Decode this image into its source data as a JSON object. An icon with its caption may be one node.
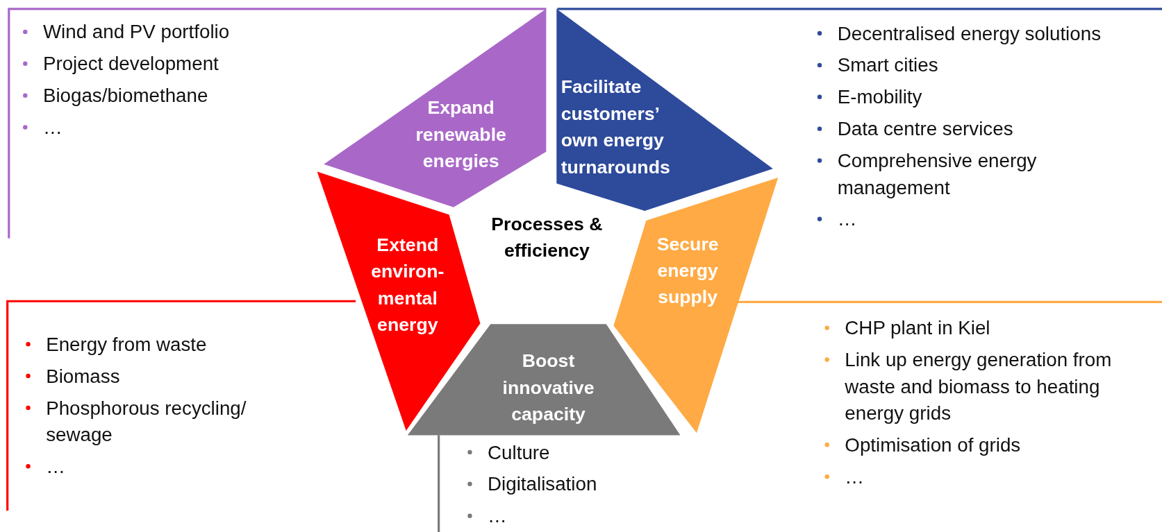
{
  "diagram": {
    "nodes": [
      {
        "text": [
          "Expand renewable energies"
        ]
      },
      {
        "text": [
          "Facilitate customers’ own energy turnarounds"
        ]
      },
      {
        "text": [
          "Extend environ-mental energy"
        ]
      },
      {
        "text": [
          "Processes & efficiency"
        ]
      },
      {
        "text": [
          "Secure energy supply"
        ]
      },
      {
        "text": [
          "Boost innovative capacity"
        ]
      }
    ],
    "edges": [],
    "labels": [
      "Wind and PV portfolio",
      "Project development",
      "Biogas/biomethane",
      "…",
      "Decentralised energy solutions",
      "Smart cities",
      "E-mobility",
      "Data centre services",
      "Comprehensive energy management",
      "…",
      "Energy from waste",
      "Biomass",
      "Phosphorous recycling/ sewage",
      "…",
      "CHP plant in Kiel",
      "Link up energy generation from waste and biomass to heating energy grids",
      "Optimisation of grids",
      "…",
      "Culture",
      "Digitalisation",
      "…"
    ]
  }
}
